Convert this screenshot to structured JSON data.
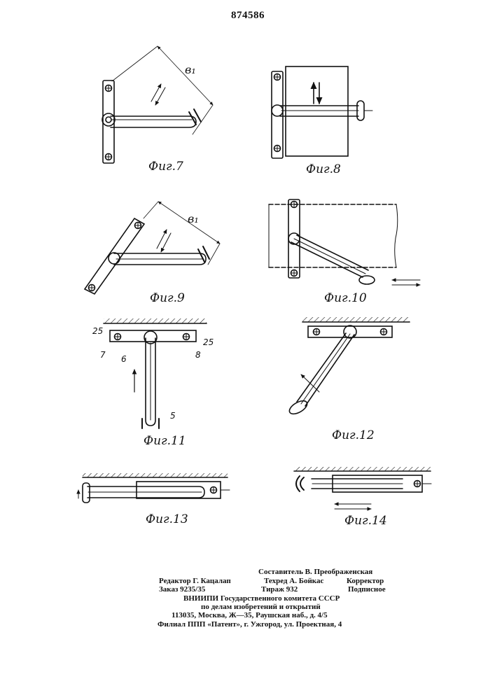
{
  "header": {
    "patent_number": "874586"
  },
  "figures": {
    "fig7": "Фиг.7",
    "fig8": "Фиг.8",
    "fig9": "Фиг.9",
    "fig10": "Фиг.10",
    "fig11": "Фиг.11",
    "fig12": "Фиг.12",
    "fig13": "Фиг.13",
    "fig14": "Фиг.14"
  },
  "labels": {
    "dim_b1": "в₁",
    "n25a": "25",
    "n25b": "25",
    "n7": "7",
    "n6": "6",
    "n8": "8",
    "n5": "5"
  },
  "imprint": {
    "compiler": "Составитель В. Преображенская",
    "editor": "Редактор Г. Кацалап",
    "techred": "Техред А. Бойкас",
    "corrector": "Корректор",
    "order": "Заказ 9235/35",
    "circulation": "Тираж 932",
    "subscription": "Подписное",
    "org1": "ВНИИПИ Государственного комитета СССР",
    "org2": "по делам изобретений и открытий",
    "address": "113035, Москва, Ж—35, Раушская наб., д. 4/5",
    "branch": "Филиал ППП «Патент», г. Ужгород, ул. Проектная, 4"
  }
}
